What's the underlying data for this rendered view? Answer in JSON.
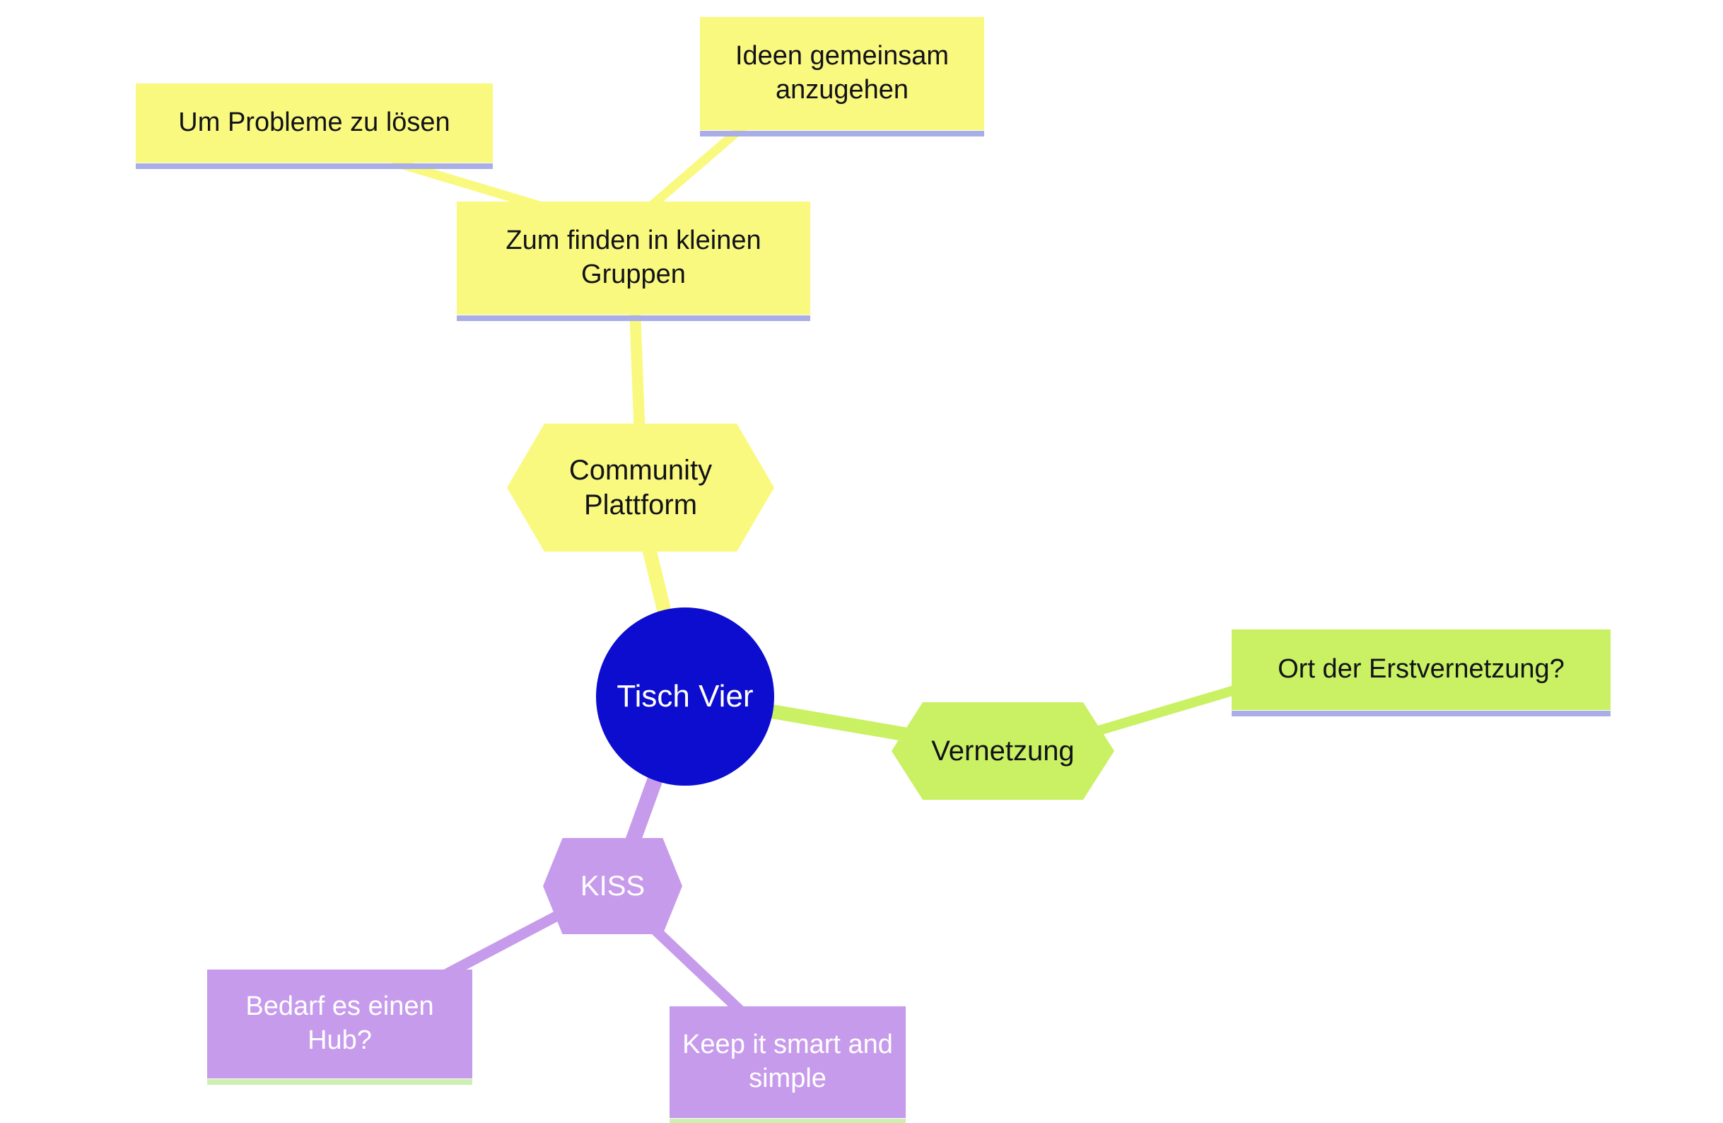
{
  "diagram": {
    "type": "mindmap",
    "root": {
      "label": "Tisch Vier"
    },
    "branches": {
      "community": {
        "label": "Community Plattform",
        "color": "#f9f97f",
        "children": {
          "zum_finden": {
            "label": "Zum finden in kleinen Gruppen",
            "children": {
              "um_probleme": {
                "label": "Um Probleme zu lösen"
              },
              "ideen": {
                "label": "Ideen gemeinsam anzugehen"
              }
            }
          }
        }
      },
      "vernetzung": {
        "label": "Vernetzung",
        "color": "#c9f163",
        "children": {
          "ort": {
            "label": "Ort der Erstvernetzung?"
          }
        }
      },
      "kiss": {
        "label": "KISS",
        "color": "#c79beb",
        "children": {
          "bedarf": {
            "label": "Bedarf es einen Hub?"
          },
          "keep": {
            "label": "Keep it smart and simple"
          }
        }
      }
    },
    "colors": {
      "root_fill": "#0d0dd0",
      "yellow_branch": "#f9f97f",
      "green_branch": "#c9f163",
      "purple_branch": "#c79beb",
      "underline_lavender": "#a9aee6",
      "underline_light_green": "#cdf0b0",
      "dark_text": "#121218",
      "light_text": "#ffffff"
    }
  }
}
